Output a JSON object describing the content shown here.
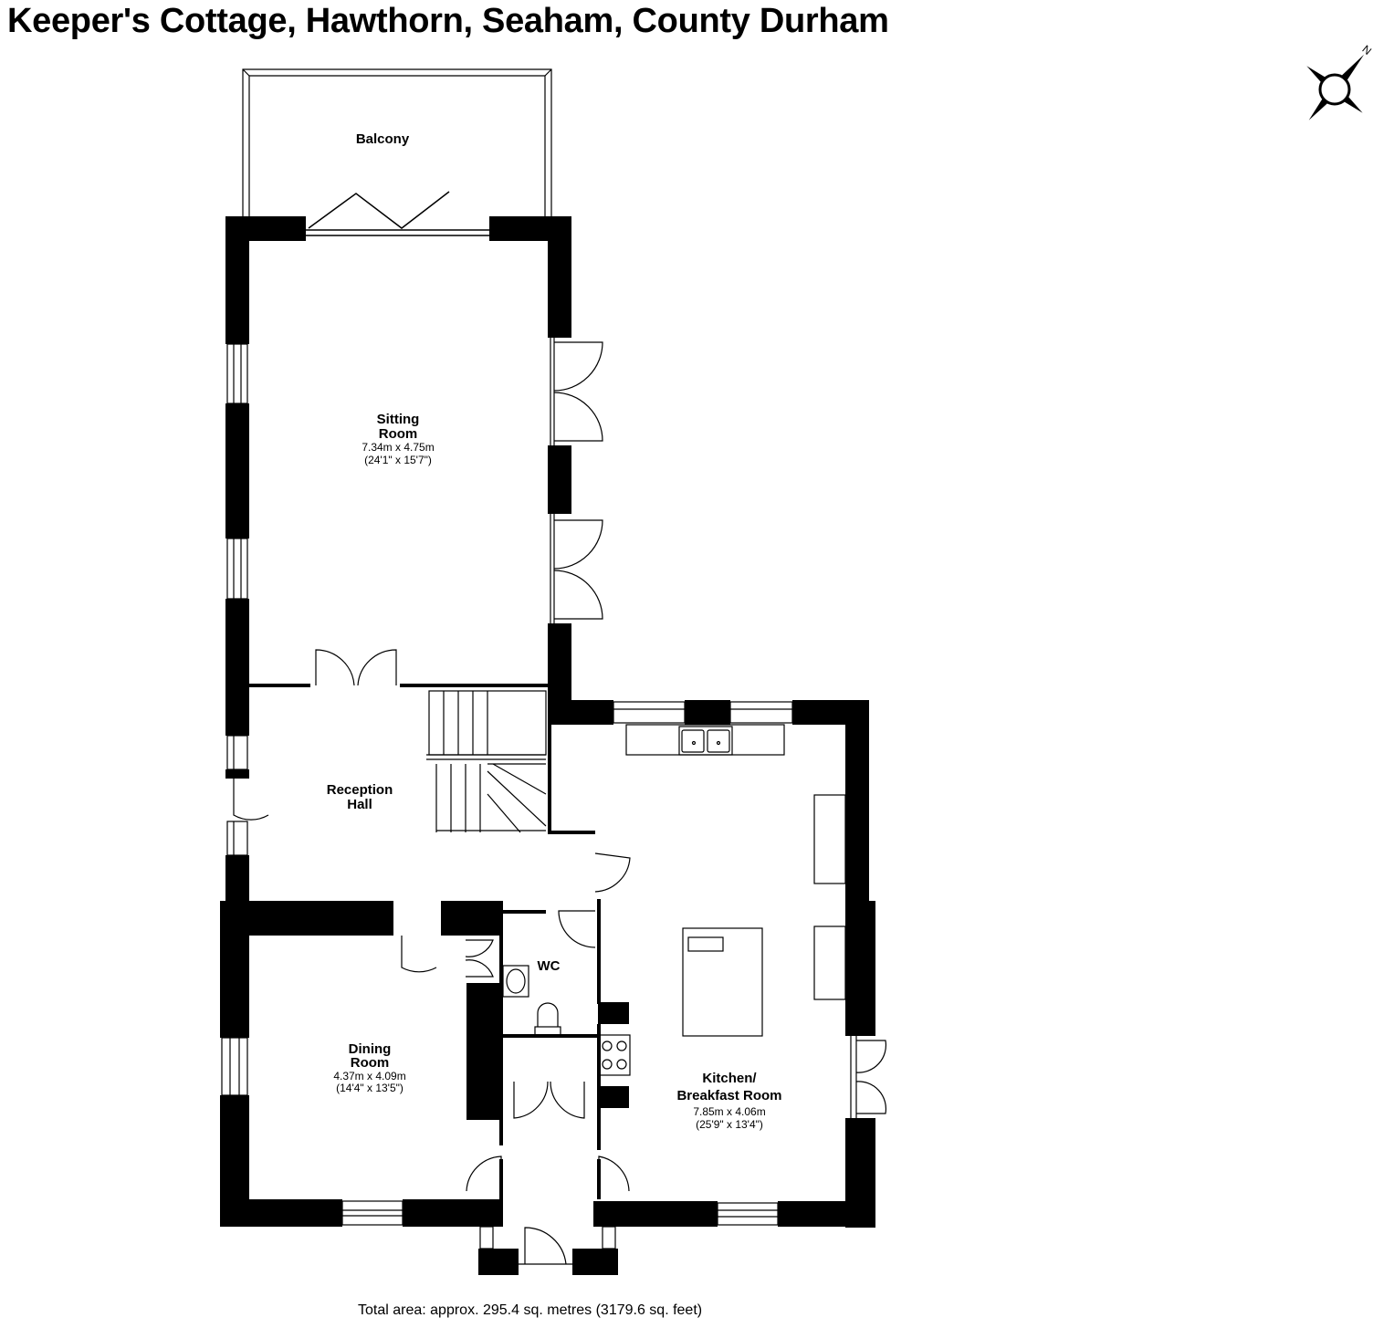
{
  "title": "Keeper's Cottage, Hawthorn, Seaham, County Durham",
  "footer": "Total area: approx. 295.4 sq. metres (3179.6 sq. feet)",
  "compass": {
    "letter": "N",
    "icon": "north-arrow-icon"
  },
  "rooms": {
    "balcony": {
      "name": "Balcony"
    },
    "sitting": {
      "line1": "Sitting",
      "line2": "Room",
      "metric": "7.34m x 4.75m",
      "imperial": "(24'1\" x 15'7\")"
    },
    "reception": {
      "line1": "Reception",
      "line2": "Hall"
    },
    "wc": {
      "name": "WC"
    },
    "dining": {
      "line1": "Dining",
      "line2": "Room",
      "metric": "4.37m x 4.09m",
      "imperial": "(14'4\" x 13'5\")"
    },
    "kitchen": {
      "line1": "Kitchen/",
      "line2": "Breakfast Room",
      "metric": "7.85m x 4.06m",
      "imperial": "(25'9\" x 13'4\")"
    }
  }
}
